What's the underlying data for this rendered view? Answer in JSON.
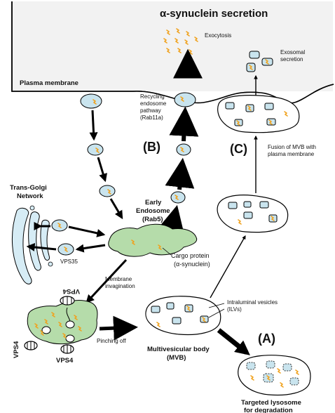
{
  "title": "α-synuclein secretion",
  "labels": {
    "plasma_membrane": "Plasma membrane",
    "exocytosis": "Exocytosis",
    "exosomal_secretion": [
      "Exosomal",
      "secretion"
    ],
    "recycling_pathway": [
      "Recycling",
      "endosome",
      "pathway",
      "(Rab11a)"
    ],
    "route_a": "(A)",
    "route_b": "(B)",
    "route_c": "(C)",
    "fusion_mvb": [
      "Fusion of MVB with",
      "plasma membrane"
    ],
    "trans_golgi": [
      "Trans-Golgi",
      "Network"
    ],
    "early_endosome": [
      "Early",
      "Endosome",
      "(Rab5)"
    ],
    "cargo_protein": [
      "Cargo protein",
      "(α-synuclein)"
    ],
    "vps35": "VPS35",
    "membrane_invagination": [
      "Membrane",
      "invagination"
    ],
    "vps4_top": "VPS4",
    "vps4_left": "VPS4",
    "vps4_right": "VPS4",
    "pinching_off": "Pinching off",
    "ilv": [
      "Intraluminal vesicles",
      "(ILVs)"
    ],
    "mvb": [
      "Multivesicular body",
      "(MVB)"
    ],
    "lysosome": [
      "Targeted lysosome",
      "for degradation"
    ]
  },
  "colors": {
    "vesicle_fill": "#c9e4ee",
    "endosome_fill": "#b5dcaa",
    "golgi_fill": "#d6ecf5",
    "cargo": "#f0a21e"
  }
}
